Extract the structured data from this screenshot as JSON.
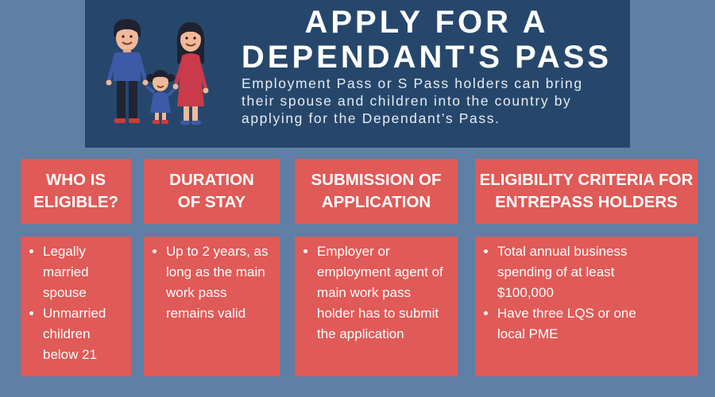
{
  "header": {
    "title_line1": "APPLY FOR A",
    "title_line2": "DEPENDANT'S PASS",
    "subtitle": "Employment Pass or S Pass holders can bring their spouse and children into the country by applying for the Dependant’s Pass.",
    "illustration": "family-illustration",
    "background_color": "#26476b"
  },
  "colors": {
    "page_background": "#5f7fa6",
    "card": "#e05a57"
  },
  "columns": [
    {
      "heading_line1": "WHO IS",
      "heading_line2": "ELIGIBLE?",
      "items": [
        "Legally married spouse",
        "Unmarried children below 21"
      ]
    },
    {
      "heading_line1": "DURATION",
      "heading_line2": "OF STAY",
      "items": [
        "Up to 2 years, as long as the main work pass remains valid"
      ]
    },
    {
      "heading_line1": "SUBMISSION OF",
      "heading_line2": "APPLICATION",
      "items": [
        "Employer or employment agent of main work pass holder has to submit the application"
      ]
    },
    {
      "heading_line1": "ELIGIBILITY CRITERIA FOR",
      "heading_line2": "ENTREPASS HOLDERS",
      "items": [
        "Total annual business spending of at least $100,000",
        "Have three LQS or one local PME"
      ]
    }
  ]
}
